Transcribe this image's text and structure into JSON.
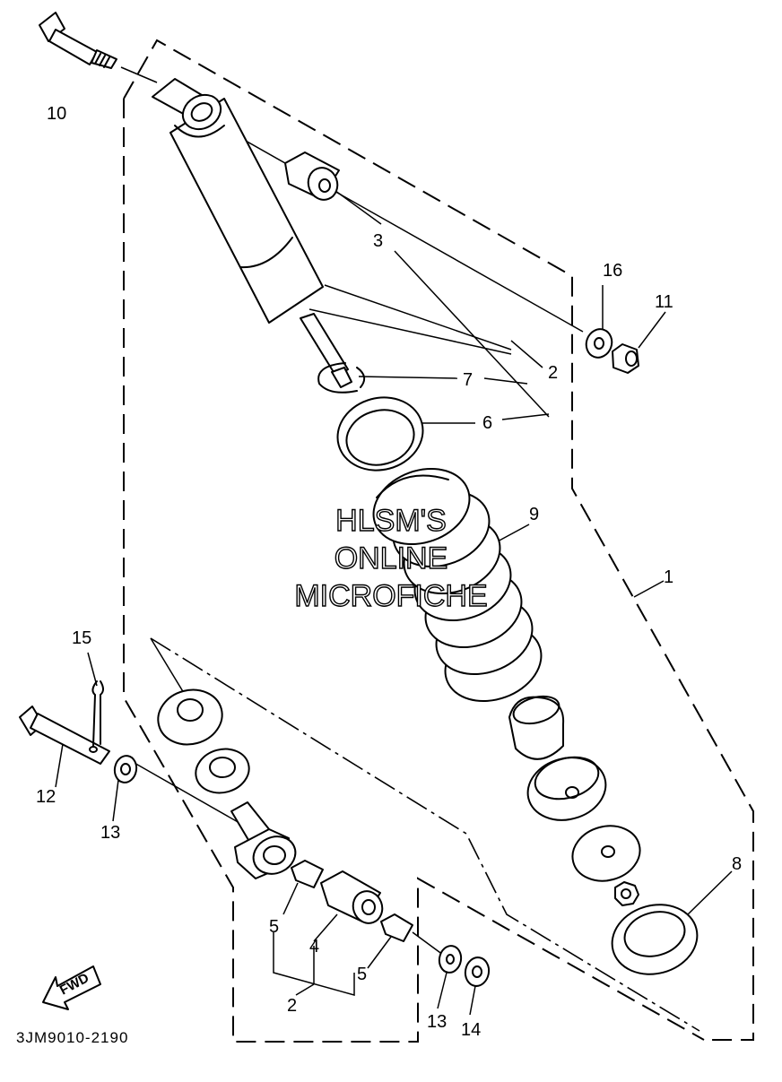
{
  "diagram": {
    "code": "3JM9010-2190",
    "watermark": [
      "HLSM'S",
      "ONLINE",
      "MICROFICHE"
    ],
    "direction_label": "FWD",
    "callouts": {
      "c1": "1",
      "c2a": "2",
      "c2b": "2",
      "c3": "3",
      "c4": "4",
      "c5a": "5",
      "c5b": "5",
      "c6": "6",
      "c7": "7",
      "c8": "8",
      "c9": "9",
      "c10": "10",
      "c11": "11",
      "c12": "12",
      "c13a": "13",
      "c13b": "13",
      "c14": "14",
      "c15": "15",
      "c16": "16"
    }
  }
}
